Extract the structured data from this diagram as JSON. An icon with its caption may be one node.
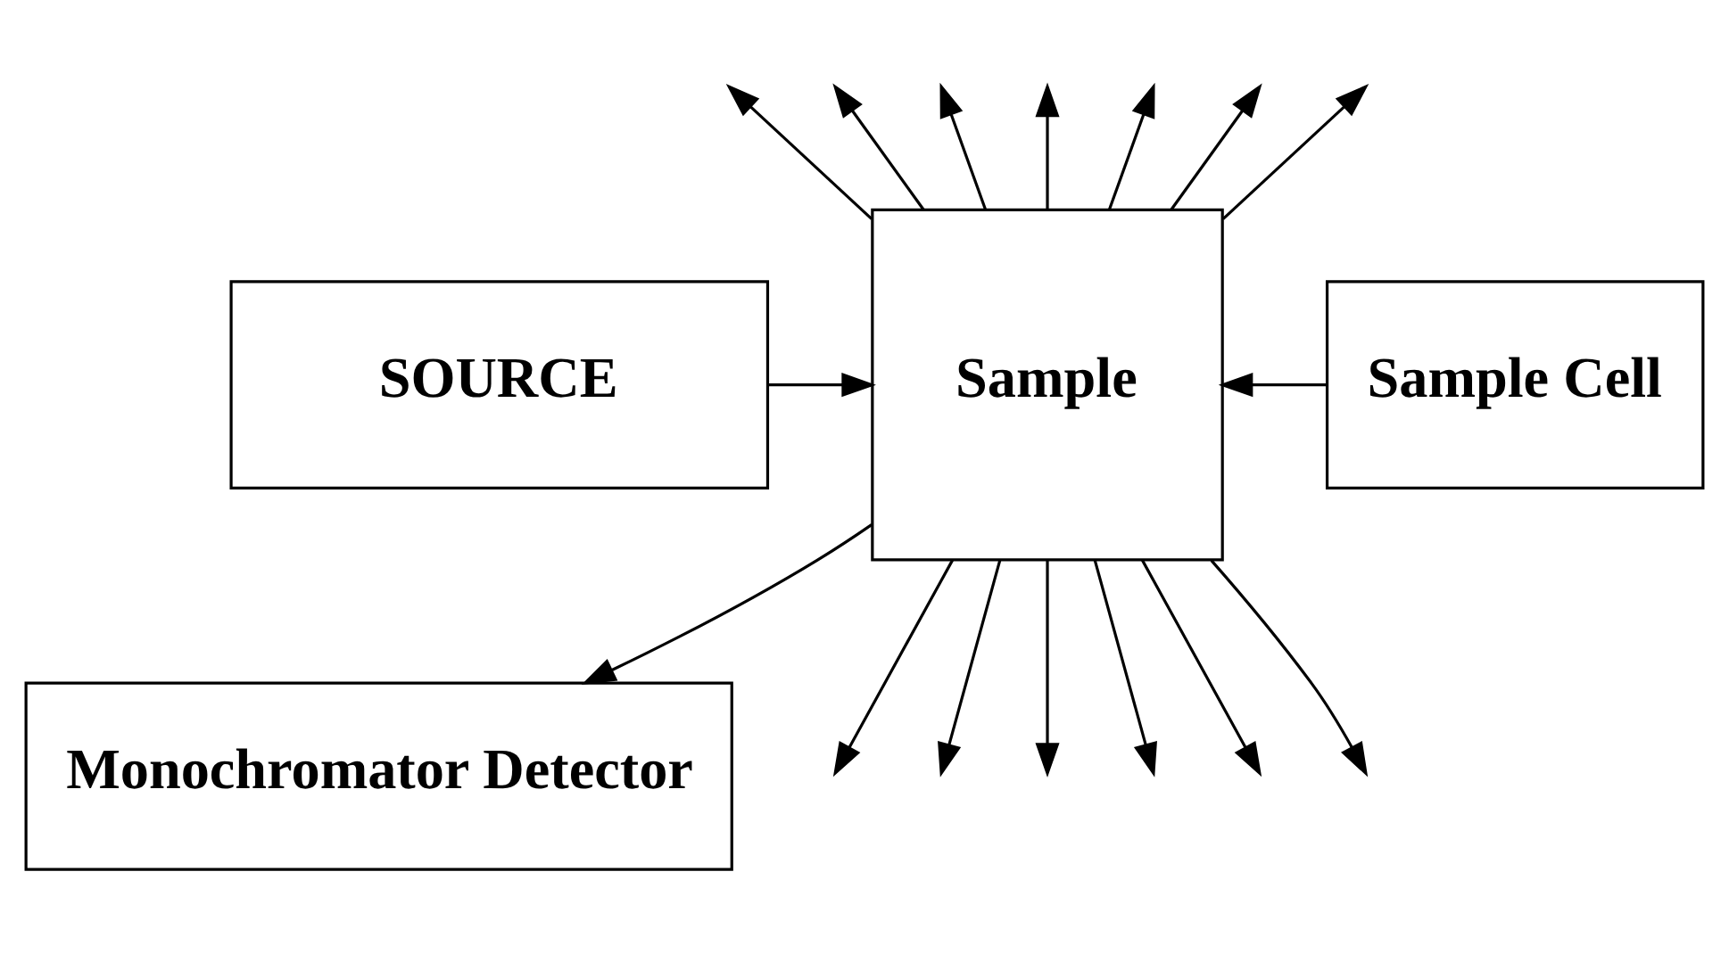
{
  "diagram": {
    "nodes": [
      {
        "text": [
          "SOURCE"
        ]
      },
      {
        "text": [
          "Sample"
        ]
      },
      {
        "text": [
          "Sample Cell"
        ]
      },
      {
        "text": [
          "Monochromator Detector"
        ]
      }
    ],
    "edges": [
      {
        "from": 0,
        "to": 1,
        "arrow": "to"
      },
      {
        "from": 2,
        "to": 1,
        "arrow": "to"
      },
      {
        "from": 1,
        "to": 3,
        "arrow": "to"
      },
      {
        "from": 1,
        "to": null,
        "arrow": "to"
      },
      {
        "from": 1,
        "to": null,
        "arrow": "to"
      },
      {
        "from": 1,
        "to": null,
        "arrow": "to"
      },
      {
        "from": 1,
        "to": null,
        "arrow": "to"
      },
      {
        "from": 1,
        "to": null,
        "arrow": "to"
      },
      {
        "from": 1,
        "to": null,
        "arrow": "to"
      },
      {
        "from": 1,
        "to": null,
        "arrow": "to"
      },
      {
        "from": 1,
        "to": null,
        "arrow": "to"
      },
      {
        "from": 1,
        "to": null,
        "arrow": "to"
      },
      {
        "from": 1,
        "to": null,
        "arrow": "to"
      },
      {
        "from": 1,
        "to": null,
        "arrow": "to"
      },
      {
        "from": 1,
        "to": null,
        "arrow": "to"
      },
      {
        "from": 1,
        "to": null,
        "arrow": "to"
      }
    ]
  }
}
